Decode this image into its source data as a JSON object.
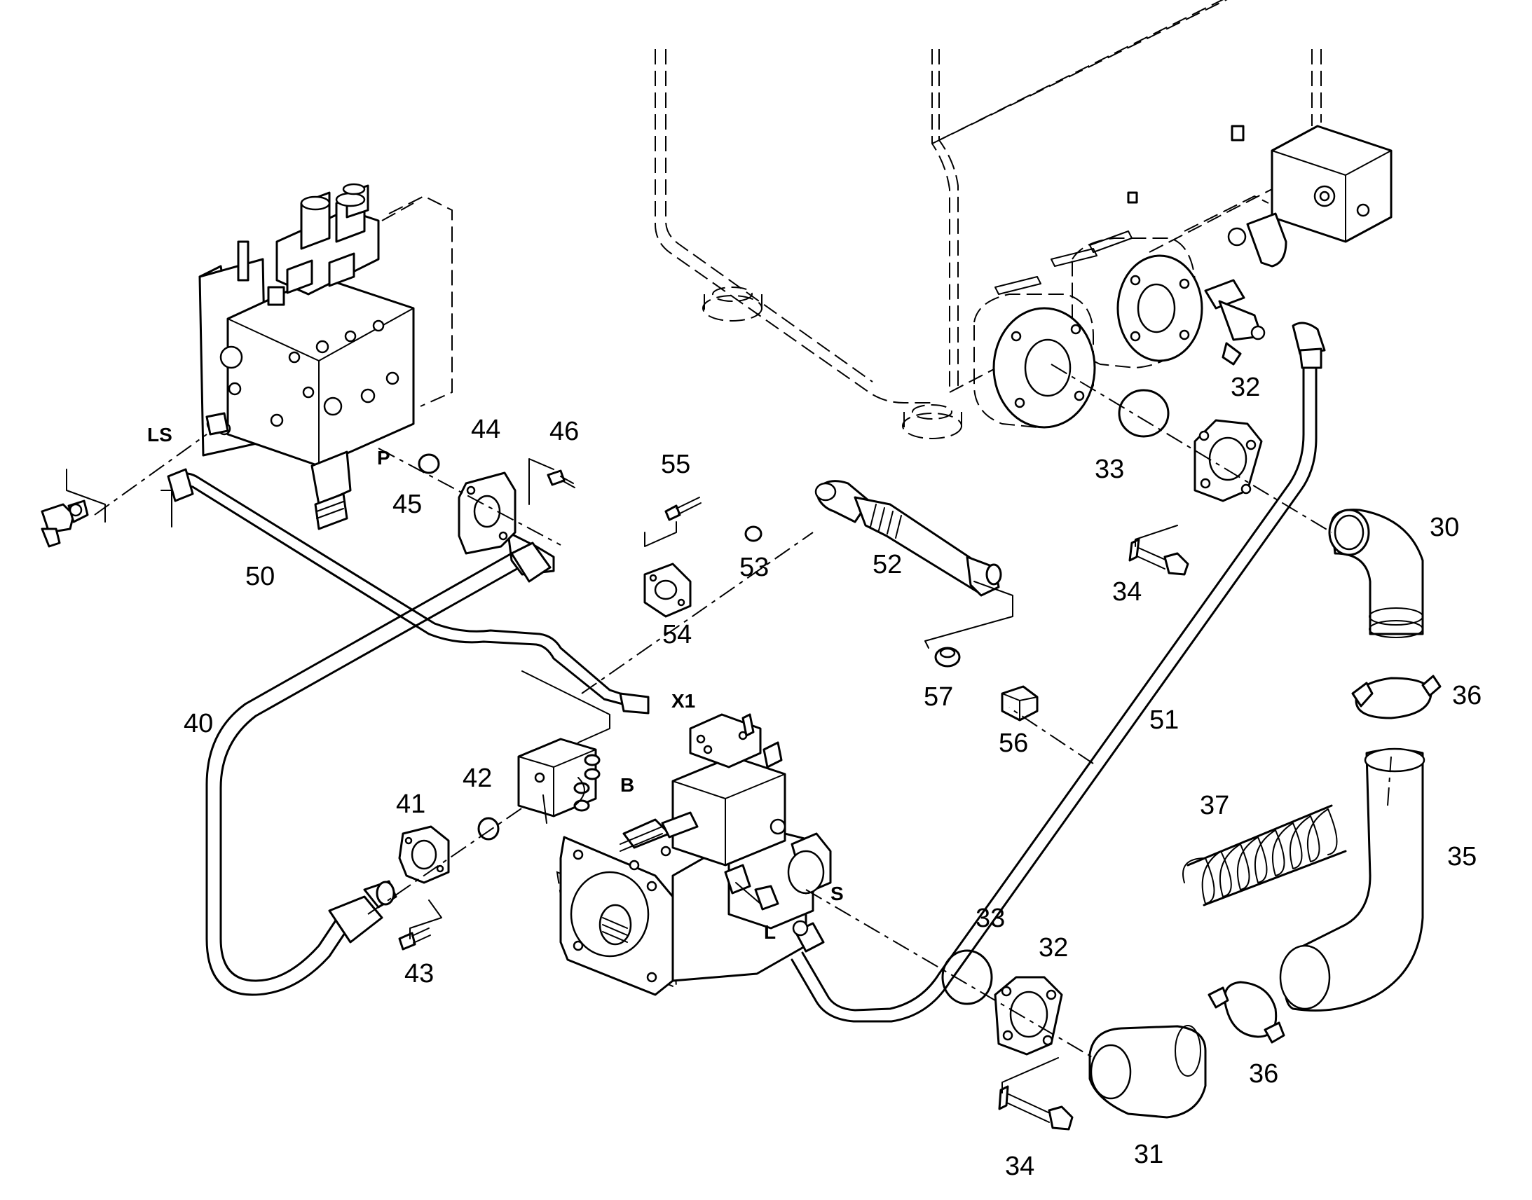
{
  "callouts": {
    "c30": "30",
    "c31": "31",
    "c32a": "32",
    "c32b": "32",
    "c33a": "33",
    "c33b": "33",
    "c34a": "34",
    "c34b": "34",
    "c35": "35",
    "c36a": "36",
    "c36b": "36",
    "c37": "37",
    "c40": "40",
    "c41": "41",
    "c42": "42",
    "c43": "43",
    "c44": "44",
    "c45": "45",
    "c46": "46",
    "c50": "50",
    "c51": "51",
    "c52": "52",
    "c53": "53",
    "c54": "54",
    "c55": "55",
    "c56": "56",
    "c57": "57"
  },
  "ports": {
    "ls": "LS",
    "p": "P",
    "x1": "X1",
    "b": "B",
    "s": "S",
    "l": "L"
  }
}
